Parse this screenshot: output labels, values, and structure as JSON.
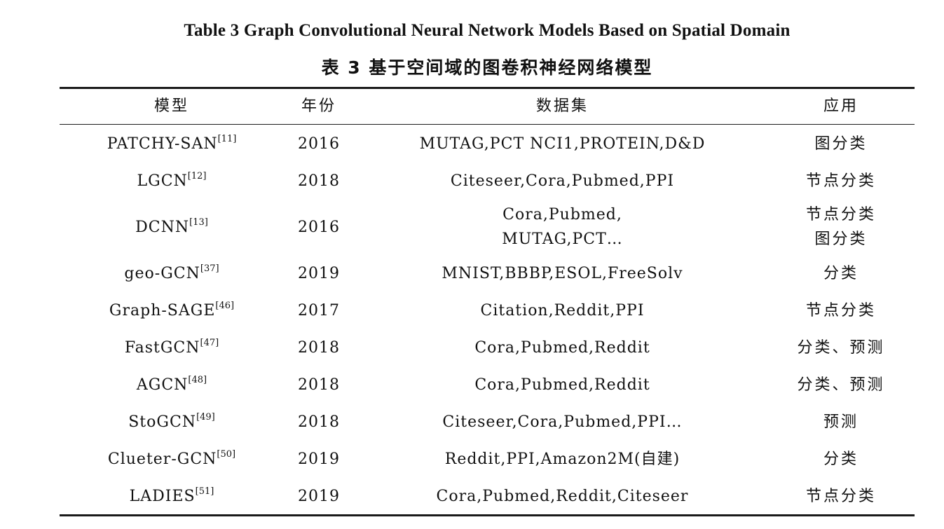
{
  "caption": {
    "title_en": "Table 3    Graph Convolutional Neural Network Models Based on Spatial Domain",
    "title_zh": "表 3   基于空间域的图卷积神经网络模型"
  },
  "table": {
    "headers": [
      "模型",
      "年份",
      "数据集",
      "应用"
    ],
    "rows": [
      {
        "model": "PATCHY-SAN",
        "ref": "[11]",
        "year": "2016",
        "datasets": [
          "MUTAG,PCT NCI1,PROTEIN,D&D"
        ],
        "application": [
          "图分类"
        ]
      },
      {
        "model": "LGCN",
        "ref": "[12]",
        "year": "2018",
        "datasets": [
          "Citeseer,Cora,Pubmed,PPI"
        ],
        "application": [
          "节点分类"
        ]
      },
      {
        "model": "DCNN",
        "ref": "[13]",
        "year": "2016",
        "datasets": [
          "Cora,Pubmed,",
          "MUTAG,PCT…"
        ],
        "application": [
          "节点分类",
          "图分类"
        ]
      },
      {
        "model": "geo-GCN",
        "ref": "[37]",
        "year": "2019",
        "datasets": [
          "MNIST,BBBP,ESOL,FreeSolv"
        ],
        "application": [
          "分类"
        ]
      },
      {
        "model": "Graph-SAGE",
        "ref": "[46]",
        "year": "2017",
        "datasets": [
          "Citation,Reddit,PPI"
        ],
        "application": [
          "节点分类"
        ]
      },
      {
        "model": "FastGCN",
        "ref": "[47]",
        "year": "2018",
        "datasets": [
          "Cora,Pubmed,Reddit"
        ],
        "application": [
          "分类、预测"
        ]
      },
      {
        "model": "AGCN",
        "ref": "[48]",
        "year": "2018",
        "datasets": [
          "Cora,Pubmed,Reddit"
        ],
        "application": [
          "分类、预测"
        ]
      },
      {
        "model": "StoGCN",
        "ref": "[49]",
        "year": "2018",
        "datasets": [
          "Citeseer,Cora,Pubmed,PPI…"
        ],
        "application": [
          "预测"
        ]
      },
      {
        "model": "Clueter-GCN",
        "ref": "[50]",
        "year": "2019",
        "datasets": [
          "Reddit,PPI,Amazon2M(自建)"
        ],
        "application": [
          "分类"
        ]
      },
      {
        "model": "LADIES",
        "ref": "[51]",
        "year": "2019",
        "datasets": [
          "Cora,Pubmed,Reddit,Citeseer"
        ],
        "application": [
          "节点分类"
        ]
      }
    ]
  }
}
